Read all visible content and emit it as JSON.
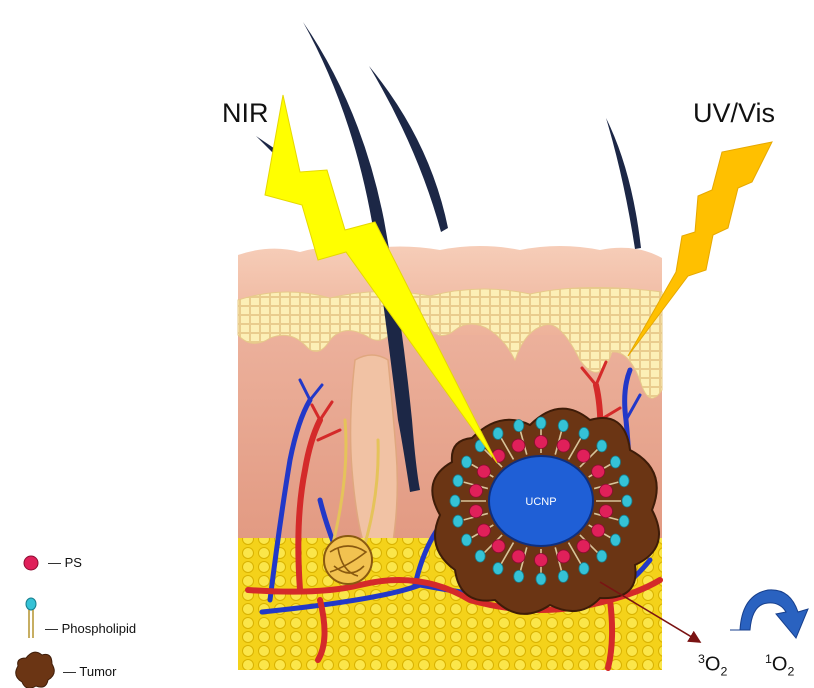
{
  "labels": {
    "nir": "NIR",
    "uv_vis": "UV/Vis",
    "ucnp": "UCNP"
  },
  "legend": {
    "ps": "— PS",
    "phospholipid": "— Phospholipid",
    "tumor": "— Tumor"
  },
  "oxygen": {
    "triplet_sup": "3",
    "triplet_base": "O",
    "triplet_sub": "2",
    "singlet_sup": "1",
    "singlet_base": "O",
    "singlet_sub": "2"
  },
  "colors": {
    "nir_bolt": "#ffff00",
    "uv_bolt": "#ffc000",
    "tumor": "#6b3514",
    "ucnp": "#1f5fd6",
    "ps": "#e0205a",
    "phospholipid_head": "#35c2d6",
    "vessel_red": "#d42a2a",
    "vessel_blue": "#2238c8",
    "hair": "#1c2746",
    "epidermis": "#f2bba3",
    "dermis": "#e8a48c",
    "fat": "#f3d61c",
    "conversion_arrow": "#2a62c0"
  }
}
